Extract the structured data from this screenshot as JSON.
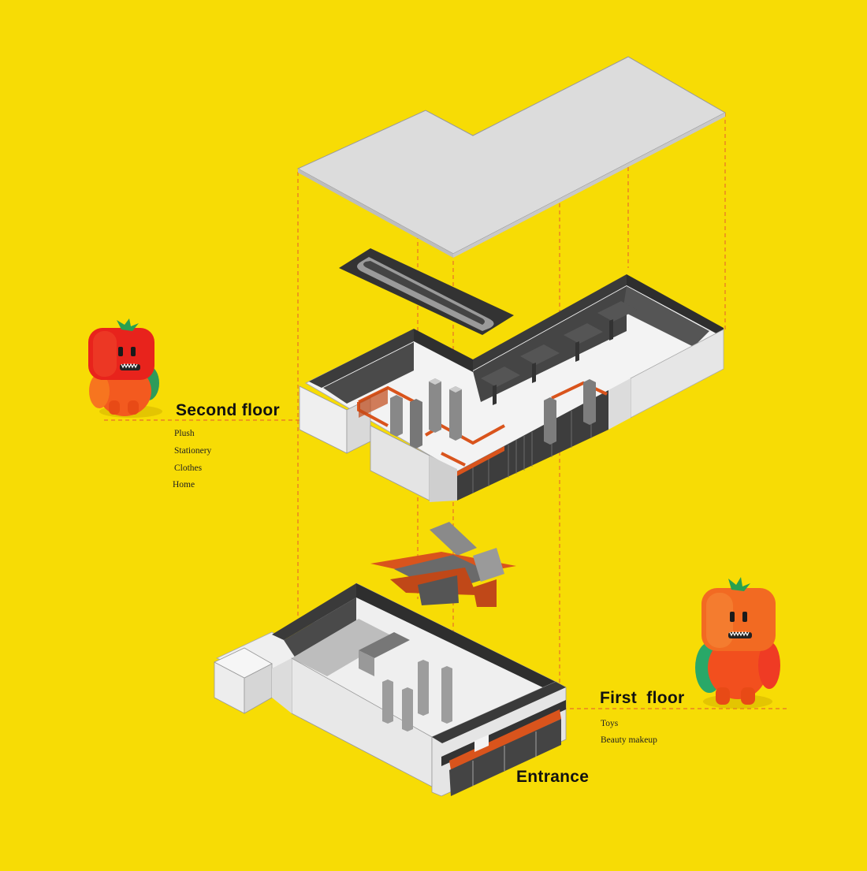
{
  "second_floor": {
    "title": "Second floor",
    "categories": [
      "Plush",
      "Stationery",
      "Clothes",
      "Home"
    ]
  },
  "first_floor": {
    "title": "First  floor",
    "categories": [
      "Toys",
      "Beauty makeup"
    ]
  },
  "entrance": {
    "label": "Entrance"
  },
  "colors": {
    "background": "#f7dc05",
    "roof": "#dcdcdc",
    "wall_dark": "#3a3a3a",
    "wall_light": "#eeeeee",
    "accent_orange": "#d9541c",
    "guide_line": "#e8702a"
  },
  "icons": [
    "tomato-mascot-icon"
  ]
}
